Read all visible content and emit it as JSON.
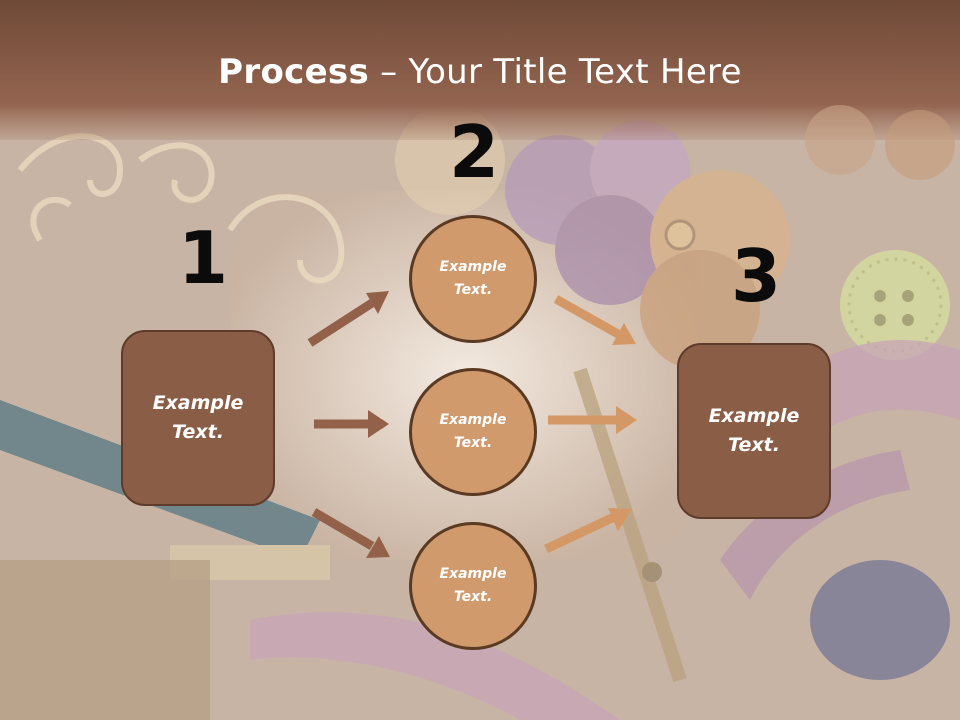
{
  "title": {
    "bold": "Process",
    "rest": " – Your Title Text Here"
  },
  "steps": {
    "one": "1",
    "two": "2",
    "three": "3"
  },
  "left_box": {
    "text": "Example Text."
  },
  "right_box": {
    "text": "Example Text."
  },
  "circles": [
    {
      "text": "Example Text."
    },
    {
      "text": "Example Text."
    },
    {
      "text": "Example Text."
    }
  ],
  "colors": {
    "header": "#8a5a45",
    "box": "#8a5d47",
    "circle": "#d09a6c",
    "arrow_left": "#93614a",
    "arrow_right": "#d49766"
  }
}
